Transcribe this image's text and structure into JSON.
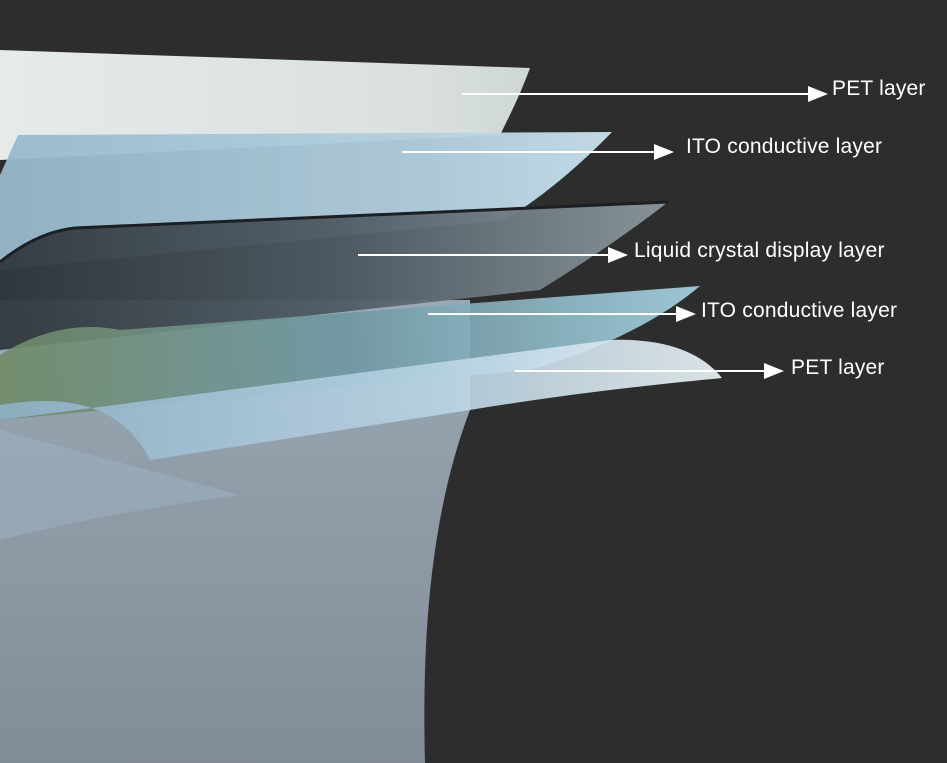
{
  "diagram": {
    "layers": [
      {
        "id": "pet-top",
        "label": "PET layer"
      },
      {
        "id": "ito-top",
        "label": "ITO conductive layer"
      },
      {
        "id": "lcd",
        "label": "Liquid crystal display layer"
      },
      {
        "id": "ito-bottom",
        "label": "ITO conductive layer"
      },
      {
        "id": "pet-bottom",
        "label": "PET layer"
      }
    ],
    "colors": {
      "background": "#2d2d2d",
      "label_text": "#ffffff",
      "pet_sheet": "#dfe5e4",
      "ito_sheet": "#a9c6d8",
      "lcd_sheet": "#3a4248",
      "bottom_sheet": "#b9c9d6"
    }
  }
}
